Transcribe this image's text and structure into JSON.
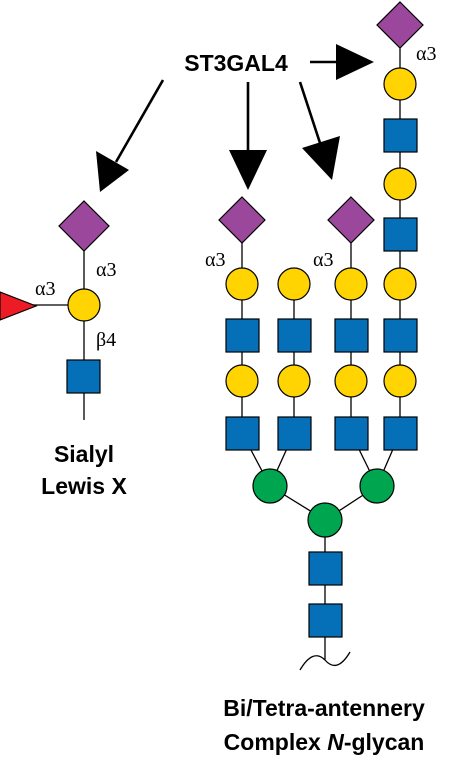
{
  "enzyme": "ST3GAL4",
  "left_structure": {
    "label_line1": "Sialyl",
    "label_line2": "Lewis X",
    "links": {
      "sialic": "α3",
      "fucose": "α3",
      "glcnac": "β4"
    }
  },
  "right_structure": {
    "label_line1": "Bi/Tetra-antennery",
    "label_line2_prefix": "Complex ",
    "label_line2_italic": "N",
    "label_line2_suffix": "-glycan",
    "links": {
      "branch_left": "α3",
      "branch_right": "α3",
      "top_extension": "α3"
    }
  },
  "colors": {
    "sialic_acid": "#9B479C",
    "galactose": "#FFD400",
    "glcnac": "#0570B8",
    "mannose": "#00A64F",
    "fucose": "#ED1C24",
    "ink": "#000000"
  },
  "symbols": {
    "sialic_acid": "purple-diamond",
    "galactose": "yellow-circle",
    "glcnac": "blue-square",
    "mannose": "green-circle",
    "fucose": "red-triangle"
  }
}
